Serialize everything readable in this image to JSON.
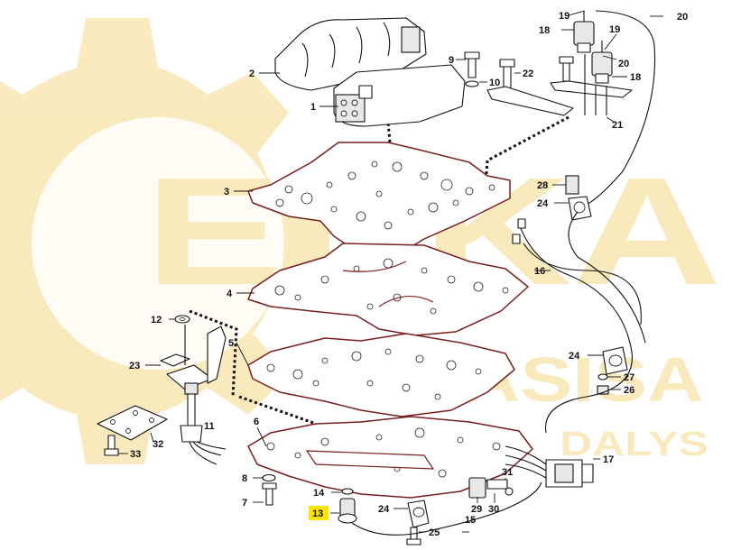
{
  "watermark": {
    "brand": "ESKA",
    "sub1": "DASISA",
    "sub2": "DALYS",
    "color": "#f5d98a"
  },
  "highlight_color": "#ffe400",
  "accent_color": "#7a1d1d",
  "callouts": [
    {
      "id": "c1",
      "label": "1"
    },
    {
      "id": "c2",
      "label": "2"
    },
    {
      "id": "c3",
      "label": "3"
    },
    {
      "id": "c4",
      "label": "4"
    },
    {
      "id": "c5",
      "label": "5"
    },
    {
      "id": "c6",
      "label": "6"
    },
    {
      "id": "c7",
      "label": "7"
    },
    {
      "id": "c8",
      "label": "8"
    },
    {
      "id": "c9",
      "label": "9"
    },
    {
      "id": "c10",
      "label": "10"
    },
    {
      "id": "c11",
      "label": "11"
    },
    {
      "id": "c12",
      "label": "12"
    },
    {
      "id": "c13",
      "label": "13",
      "highlighted": true
    },
    {
      "id": "c14",
      "label": "14"
    },
    {
      "id": "c15",
      "label": "15"
    },
    {
      "id": "c16",
      "label": "16"
    },
    {
      "id": "c17",
      "label": "17"
    },
    {
      "id": "c18a",
      "label": "18"
    },
    {
      "id": "c18b",
      "label": "18"
    },
    {
      "id": "c19a",
      "label": "19"
    },
    {
      "id": "c19b",
      "label": "19"
    },
    {
      "id": "c20a",
      "label": "20"
    },
    {
      "id": "c20b",
      "label": "20"
    },
    {
      "id": "c21",
      "label": "21"
    },
    {
      "id": "c22",
      "label": "22"
    },
    {
      "id": "c23",
      "label": "23"
    },
    {
      "id": "c24a",
      "label": "24"
    },
    {
      "id": "c24b",
      "label": "24"
    },
    {
      "id": "c24c",
      "label": "24"
    },
    {
      "id": "c25",
      "label": "25"
    },
    {
      "id": "c26",
      "label": "26"
    },
    {
      "id": "c27",
      "label": "27"
    },
    {
      "id": "c28",
      "label": "28"
    },
    {
      "id": "c29",
      "label": "29"
    },
    {
      "id": "c30",
      "label": "30"
    },
    {
      "id": "c31",
      "label": "31"
    },
    {
      "id": "c32",
      "label": "32"
    },
    {
      "id": "c33",
      "label": "33"
    }
  ]
}
